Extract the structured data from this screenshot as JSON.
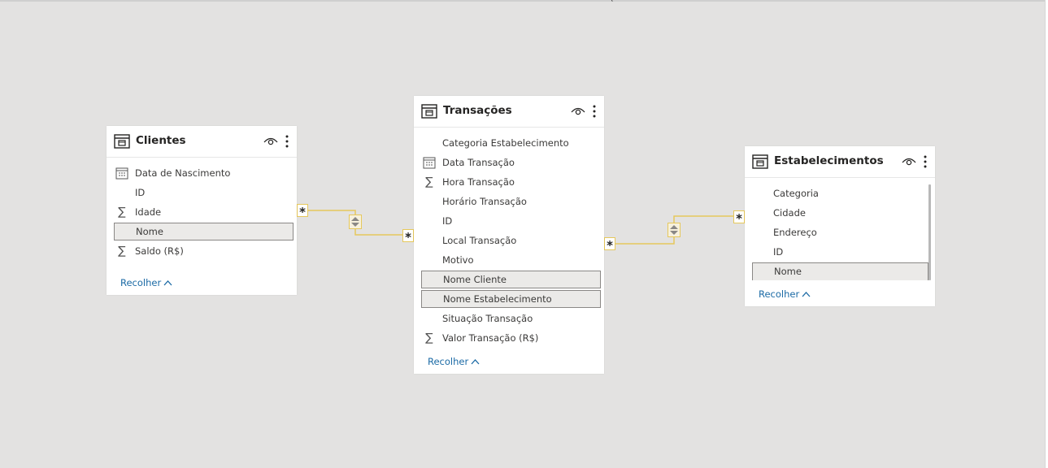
{
  "canvas": {
    "background": "#e3e2e1",
    "link_color": "#e6c85c",
    "top_clip_text": "("
  },
  "tables": [
    {
      "name": "Clientes",
      "fields": [
        {
          "label": "Data de Nascimento",
          "icon": "calendar-icon"
        },
        {
          "label": "ID",
          "icon": ""
        },
        {
          "label": "Idade",
          "icon": "sigma-icon"
        },
        {
          "label": "Nome",
          "icon": "",
          "selected": true
        },
        {
          "label": "Saldo (R$)",
          "icon": "sigma-icon"
        }
      ],
      "collapse_label": "Recolher"
    },
    {
      "name": "Transações",
      "fields": [
        {
          "label": "Categoria Estabelecimento",
          "icon": ""
        },
        {
          "label": "Data Transação",
          "icon": "calendar-icon"
        },
        {
          "label": "Hora Transação",
          "icon": "sigma-icon"
        },
        {
          "label": "Horário Transação",
          "icon": ""
        },
        {
          "label": "ID",
          "icon": ""
        },
        {
          "label": "Local Transação",
          "icon": ""
        },
        {
          "label": "Motivo",
          "icon": ""
        },
        {
          "label": "Nome Cliente",
          "icon": "",
          "selected": true
        },
        {
          "label": "Nome Estabelecimento",
          "icon": "",
          "selected": true
        },
        {
          "label": "Situação Transação",
          "icon": ""
        },
        {
          "label": "Valor Transação (R$)",
          "icon": "sigma-icon"
        }
      ],
      "collapse_label": "Recolher"
    },
    {
      "name": "Estabelecimentos",
      "fields": [
        {
          "label": "Categoria",
          "icon": ""
        },
        {
          "label": "Cidade",
          "icon": ""
        },
        {
          "label": "Endereço",
          "icon": ""
        },
        {
          "label": "ID",
          "icon": ""
        },
        {
          "label": "Nome",
          "icon": "",
          "selected": true
        }
      ],
      "collapse_label": "Recolher"
    }
  ],
  "relationships": [
    {
      "from": "Clientes",
      "to": "Transações",
      "from_cardinality": "*",
      "to_cardinality": "*",
      "cross_filter": "both"
    },
    {
      "from": "Transações",
      "to": "Estabelecimentos",
      "from_cardinality": "*",
      "to_cardinality": "*",
      "cross_filter": "both"
    }
  ]
}
